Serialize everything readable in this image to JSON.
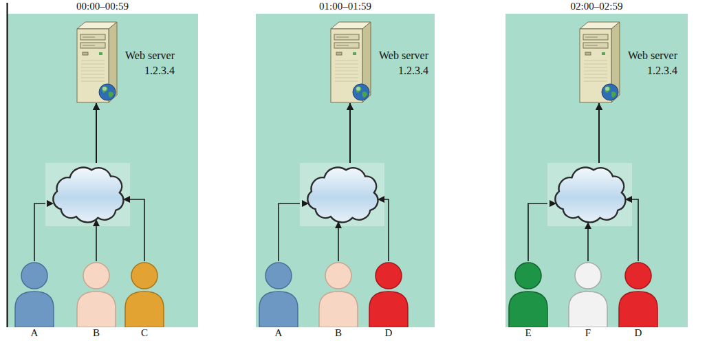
{
  "diagram": {
    "nodes": [
      {
        "text": [
          "00:00–00:59"
        ]
      },
      {
        "text": [
          "Web server 1.2.3.4"
        ],
        "in": 0
      },
      {
        "text": [
          "A"
        ],
        "in": 0
      },
      {
        "text": [
          "B"
        ],
        "in": 0
      },
      {
        "text": [
          "C"
        ],
        "in": 0
      },
      {
        "text": [
          "01:00–01:59"
        ]
      },
      {
        "text": [
          "Web server 1.2.3.4"
        ],
        "in": 5
      },
      {
        "text": [
          "A"
        ],
        "in": 5
      },
      {
        "text": [
          "B"
        ],
        "in": 5
      },
      {
        "text": [
          "D"
        ],
        "in": 5
      },
      {
        "text": [
          "02:00–02:59"
        ]
      },
      {
        "text": [
          "Web server 1.2.3.4"
        ],
        "in": 10
      },
      {
        "text": [
          "E"
        ],
        "in": 10
      },
      {
        "text": [
          "F"
        ],
        "in": 10
      },
      {
        "text": [
          "D"
        ],
        "in": 10
      }
    ],
    "edges": [
      {
        "from": 2,
        "to": 1,
        "arrow": "to"
      },
      {
        "from": 3,
        "to": 1,
        "arrow": "to"
      },
      {
        "from": 4,
        "to": 1,
        "arrow": "to"
      },
      {
        "from": 7,
        "to": 6,
        "arrow": "to"
      },
      {
        "from": 8,
        "to": 6,
        "arrow": "to"
      },
      {
        "from": 9,
        "to": 6,
        "arrow": "to"
      },
      {
        "from": 12,
        "to": 11,
        "arrow": "to"
      },
      {
        "from": 13,
        "to": 11,
        "arrow": "to"
      },
      {
        "from": 14,
        "to": 11,
        "arrow": "to"
      }
    ]
  }
}
